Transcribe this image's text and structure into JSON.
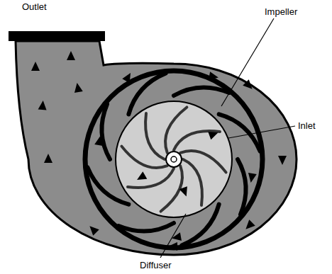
{
  "diagram": {
    "labels": [
      "Outlet",
      "Impeller",
      "Inlet",
      "Diffuser"
    ]
  }
}
